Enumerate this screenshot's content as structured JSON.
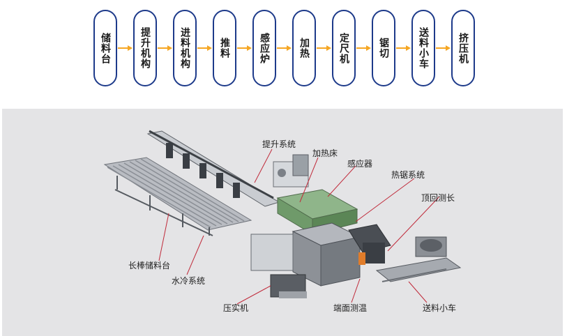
{
  "flow": {
    "steps": [
      "储料台",
      "提升机构",
      "进料机构",
      "推料",
      "感应炉",
      "加热",
      "定尺机",
      "锯切",
      "送料小车",
      "挤压机"
    ],
    "border_color": "#1d3a8a",
    "arrow_color": "#f5a623"
  },
  "diagram": {
    "labels": {
      "lifting": "提升系统",
      "heating_bed": "加热床",
      "inductor": "感应器",
      "hot_saw": "热锯系统",
      "top_return": "顶回测长",
      "long_bar_storage": "长棒储料台",
      "water_cooling": "水冷系统",
      "press": "压实机",
      "end_temp": "端面测温",
      "feed_cart": "送料小车"
    }
  }
}
